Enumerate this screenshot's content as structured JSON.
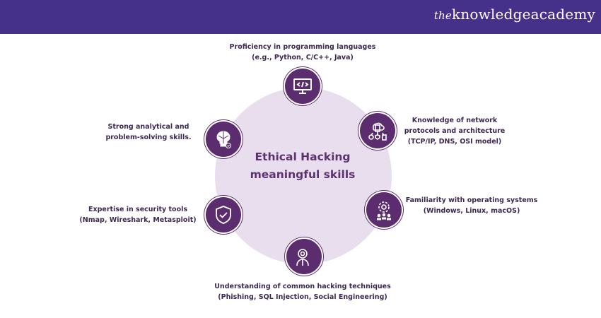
{
  "brand": {
    "prefix": "the",
    "name": "knowledgeacademy"
  },
  "center_title": [
    "Ethical Hacking",
    "meaningful skills"
  ],
  "skills": [
    {
      "icon": "code-monitor-icon",
      "lines": [
        "Proficiency in programming languages",
        "(e.g., Python, C/C++, Java)"
      ]
    },
    {
      "icon": "network-cloud-icon",
      "lines": [
        "Knowledge of network",
        "protocols and architecture",
        "(TCP/IP, DNS, OSI model)"
      ]
    },
    {
      "icon": "os-gear-users-icon",
      "lines": [
        "Familiarity with operating systems",
        "(Windows, Linux, macOS)"
      ]
    },
    {
      "icon": "hacker-icon",
      "lines": [
        "Understanding of common hacking techniques",
        "(Phishing, SQL Injection, Social Engineering)"
      ]
    },
    {
      "icon": "shield-check-icon",
      "lines": [
        "Expertise in security tools",
        "(Nmap, Wireshark, Metasploit)"
      ]
    },
    {
      "icon": "brain-bulb-icon",
      "lines": [
        "Strong analytical and",
        "problem-solving skills."
      ]
    }
  ],
  "colors": {
    "header": "#45318a",
    "node": "#5c2d6e",
    "circle": "#e9deee"
  }
}
